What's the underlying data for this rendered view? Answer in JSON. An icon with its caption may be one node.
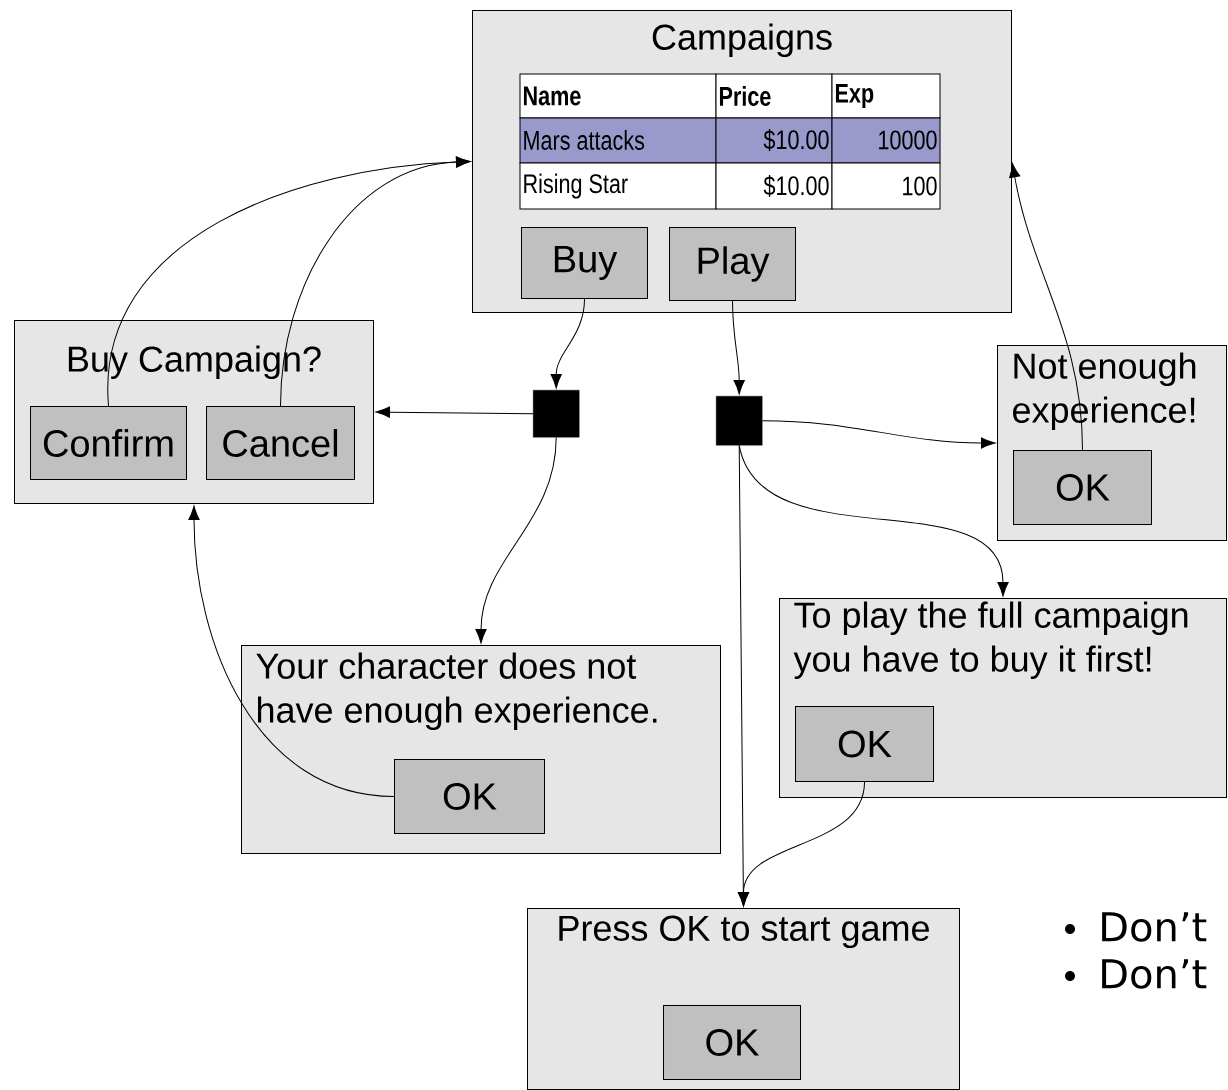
{
  "diagram": {
    "nodes": [
      {
        "text": [
          "Campaigns"
        ]
      },
      {
        "text": [
          "Buy"
        ],
        "in": 0
      },
      {
        "text": [
          "Play"
        ],
        "in": 0
      },
      {
        "text": [
          "Buy Campaign?"
        ]
      },
      {
        "text": [
          "Confirm"
        ],
        "in": 3
      },
      {
        "text": [
          "Cancel"
        ],
        "in": 3
      },
      {
        "text": [],
        "shape": "box"
      },
      {
        "text": [],
        "shape": "box"
      },
      {
        "text": [
          "Not enough experience!"
        ]
      },
      {
        "text": [
          "OK"
        ],
        "in": 8
      },
      {
        "text": [
          "Your character does not have enough experience."
        ]
      },
      {
        "text": [
          "OK"
        ],
        "in": 10
      },
      {
        "text": [
          "To play the full campaign you have to buy it first!"
        ]
      },
      {
        "text": [
          "OK"
        ],
        "in": 12
      },
      {
        "text": [
          "Press OK to start game"
        ]
      },
      {
        "text": [
          "OK"
        ],
        "in": 14
      }
    ],
    "edges": [
      {
        "from": 4,
        "to": 0,
        "arrow": "to"
      },
      {
        "from": 5,
        "to": 0,
        "arrow": "to"
      },
      {
        "from": 1,
        "to": 6,
        "arrow": "to"
      },
      {
        "from": 6,
        "to": 3,
        "arrow": "to"
      },
      {
        "from": 6,
        "to": 10,
        "arrow": "to"
      },
      {
        "from": 11,
        "to": 3,
        "arrow": "to"
      },
      {
        "from": 2,
        "to": 7,
        "arrow": "to"
      },
      {
        "from": 7,
        "to": 8,
        "arrow": "to"
      },
      {
        "from": 7,
        "to": 12,
        "arrow": "to"
      },
      {
        "from": 7,
        "to": 14,
        "arrow": "to"
      },
      {
        "from": 13,
        "to": 14,
        "arrow": "to"
      },
      {
        "from": 9,
        "to": 0,
        "arrow": "to"
      }
    ],
    "labels": [
      "Name",
      "Price",
      "Exp",
      "Mars attacks",
      "$10.00",
      "10000",
      "Rising Star",
      "$10.00",
      "100",
      "Don’t",
      "Don’t"
    ]
  }
}
